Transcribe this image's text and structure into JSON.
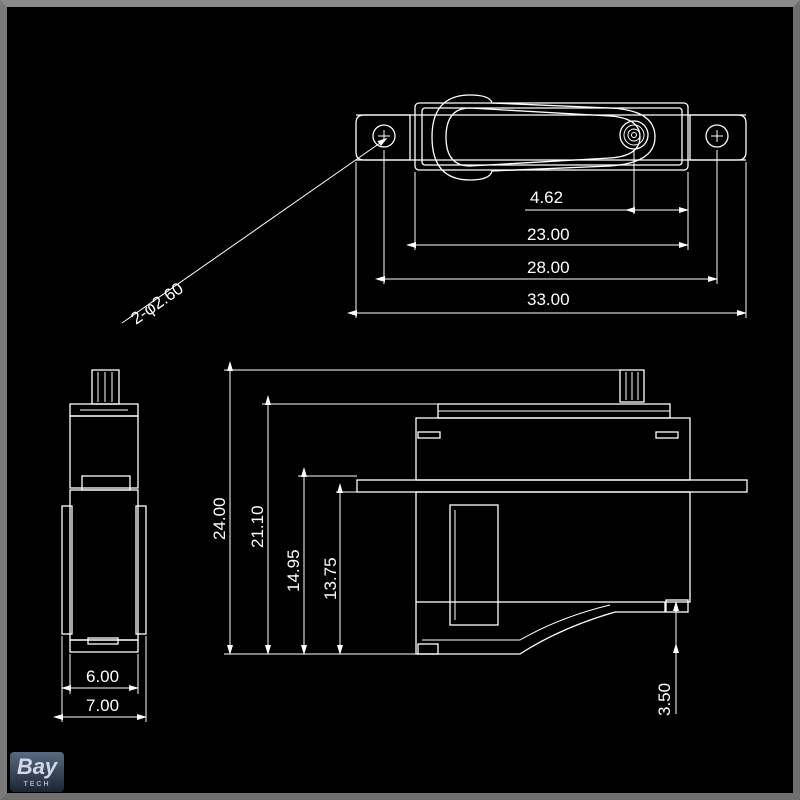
{
  "dimensions": {
    "top_view": {
      "hole_spec": "2-φ2.60",
      "d_4_62": "4.62",
      "d_23_00": "23.00",
      "d_28_00": "28.00",
      "d_33_00": "33.00"
    },
    "side_view": {
      "d_24_00": "24.00",
      "d_21_10": "21.10",
      "d_14_95": "14.95",
      "d_13_75": "13.75",
      "d_3_50": "3.50"
    },
    "front_view": {
      "d_6_00": "6.00",
      "d_7_00": "7.00"
    }
  },
  "logo": {
    "text": "Bay",
    "subtext": "TECH"
  },
  "colors": {
    "background": "#000000",
    "lines": "#ffffff",
    "frame": "#6f6f6f"
  }
}
